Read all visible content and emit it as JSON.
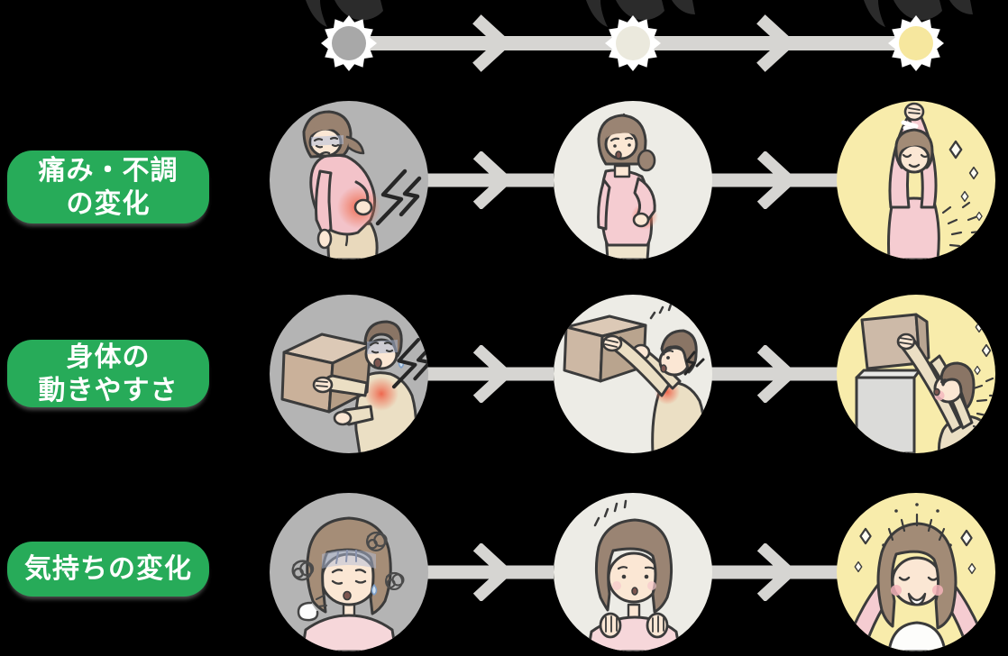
{
  "page": {
    "background": "#000000"
  },
  "timeline": {
    "connector_color": "#d6d5d2",
    "caption_stroke_color": "#2b2b2b",
    "nodes": [
      {
        "name": "stage-1-node",
        "color": "#a8a8a8"
      },
      {
        "name": "stage-2-node",
        "color": "#ebe9dd"
      },
      {
        "name": "stage-3-node",
        "color": "#f6e79e"
      }
    ]
  },
  "arrow_color": "#d6d5d2",
  "label_pill": {
    "background": "#27ab59",
    "text_color": "#ffffff"
  },
  "rows": [
    {
      "label_full": "痛み・不調の変化",
      "label_lines": [
        "痛み・不調",
        "の変化"
      ],
      "scenes": [
        {
          "name": "woman-lower-back-pain",
          "background": "#b4b4b4"
        },
        {
          "name": "woman-hand-on-hip-recovering",
          "background": "#edece6"
        },
        {
          "name": "woman-stretching-refreshed",
          "background": "#f8ecab"
        }
      ]
    },
    {
      "label_full": "身体の動きやすさ",
      "label_lines": [
        "身体の",
        "動きやすさ"
      ],
      "scenes": [
        {
          "name": "man-carrying-box-shoulder-pain",
          "background": "#b4b4b4"
        },
        {
          "name": "man-lifting-box-improving",
          "background": "#edece6"
        },
        {
          "name": "man-placing-box-on-shelf",
          "background": "#f8ecab"
        }
      ]
    },
    {
      "label_full": "気持ちの変化",
      "label_lines": [
        "気持ちの変化"
      ],
      "scenes": [
        {
          "name": "woman-gloomy-stressed",
          "background": "#b4b4b4"
        },
        {
          "name": "woman-hopeful-expectant",
          "background": "#edece6"
        },
        {
          "name": "woman-joyful-cheering",
          "background": "#f8ecab"
        }
      ]
    }
  ]
}
